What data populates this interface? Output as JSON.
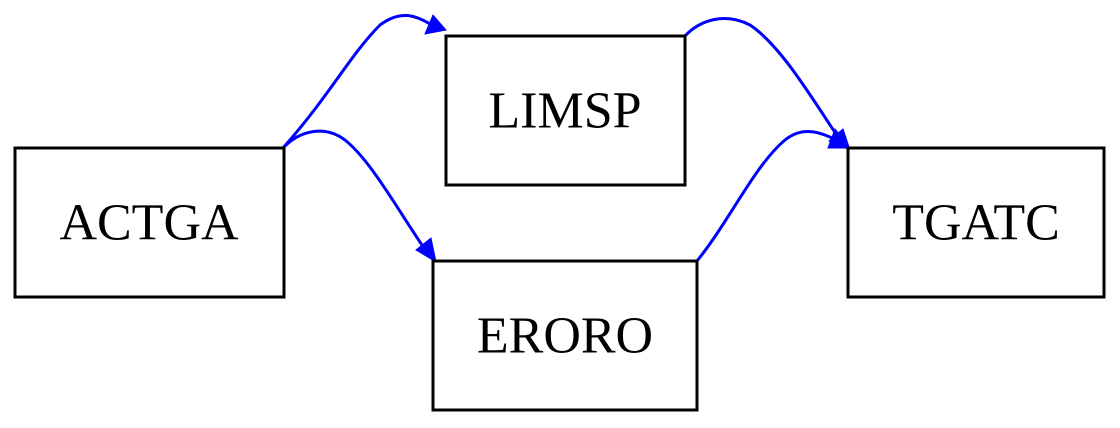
{
  "graph": {
    "edge_color": "#0000ff",
    "node_border_color": "#000000",
    "nodes": [
      {
        "id": "ACTGA",
        "label": "ACTGA"
      },
      {
        "id": "LIMSP",
        "label": "LIMSP"
      },
      {
        "id": "ERORO",
        "label": "ERORO"
      },
      {
        "id": "TGATC",
        "label": "TGATC"
      }
    ],
    "edges": [
      {
        "from": "ACTGA",
        "to": "LIMSP"
      },
      {
        "from": "ACTGA",
        "to": "ERORO"
      },
      {
        "from": "LIMSP",
        "to": "TGATC"
      },
      {
        "from": "ERORO",
        "to": "TGATC"
      }
    ]
  }
}
